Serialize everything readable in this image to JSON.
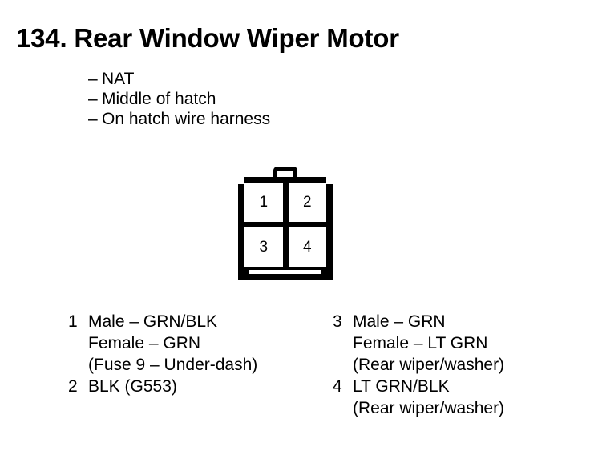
{
  "title": "134. Rear Window Wiper Motor",
  "notes": {
    "dash": "–",
    "items": [
      "NAT",
      "Middle of hatch",
      "On hatch wire harness"
    ]
  },
  "connector": {
    "pins": [
      "1",
      "2",
      "3",
      "4"
    ]
  },
  "legend": {
    "left": [
      {
        "number": "1",
        "lines": [
          "Male – GRN/BLK",
          "Female – GRN",
          "(Fuse 9 – Under-dash)"
        ]
      },
      {
        "number": "2",
        "lines": [
          "BLK (G553)"
        ]
      }
    ],
    "right": [
      {
        "number": "3",
        "lines": [
          "Male – GRN",
          "Female – LT GRN",
          "(Rear wiper/washer)"
        ]
      },
      {
        "number": "4",
        "lines": [
          "LT GRN/BLK",
          "(Rear wiper/washer)"
        ]
      }
    ]
  },
  "colors": {
    "ink": "#000000",
    "paper": "#ffffff"
  }
}
